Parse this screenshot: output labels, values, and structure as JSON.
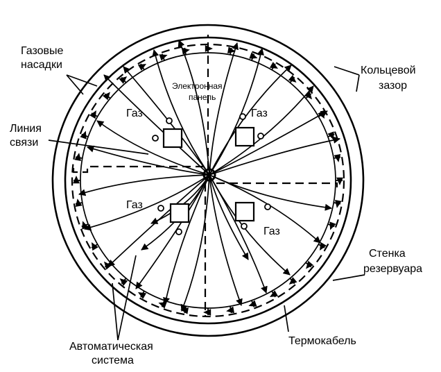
{
  "labels": {
    "gas_nozzles": [
      "Газовые",
      "насадки"
    ],
    "annular_gap": [
      "Кольцевой",
      "зазор"
    ],
    "electronic_panel": [
      "Электронная",
      "панель"
    ],
    "comm_line": [
      "Линия",
      "связи"
    ],
    "tank_wall": [
      "Стенка",
      "резервуара"
    ],
    "thermocable": "Термокабель",
    "auto_system": [
      "Автоматическая",
      "система"
    ],
    "gas": "Газ"
  }
}
